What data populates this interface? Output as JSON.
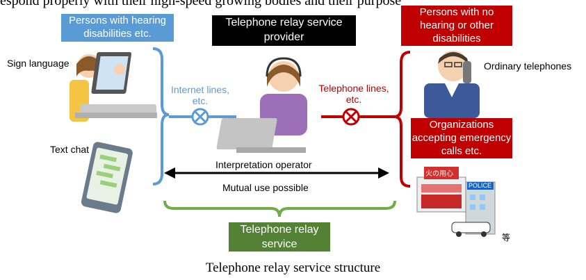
{
  "top_strip_text": "espond properly with their high-speed growing bodies and their purpose",
  "boxes": {
    "hearing_disabilities": "Persons with hearing disabilities etc.",
    "provider": "Telephone relay service provider",
    "no_disabilities": "Persons with no hearing or other disabilities",
    "organizations": "Organizations accepting emergency calls etc.",
    "service": "Telephone relay service"
  },
  "labels": {
    "sign_language": "Sign language",
    "text_chat": "Text chat",
    "internet_lines": "Internet lines, etc.",
    "telephone_lines": "Telephone lines, etc.",
    "ordinary_telephones": "Ordinary telephones",
    "interpretation_operator": "Interpretation operator",
    "mutual_use": "Mutual use possible",
    "etc_mark": "等",
    "police_sign": "POLICE",
    "station_sign": "火の用心"
  },
  "caption": "Telephone relay service structure",
  "colors": {
    "blue_box": "#5b9bd5",
    "provider_box": "#000000",
    "red_box": "#c00000",
    "green_box": "#548235",
    "blue_line": "#5b9bd5",
    "red_line": "#c00000",
    "green_brace": "#70ad47"
  }
}
